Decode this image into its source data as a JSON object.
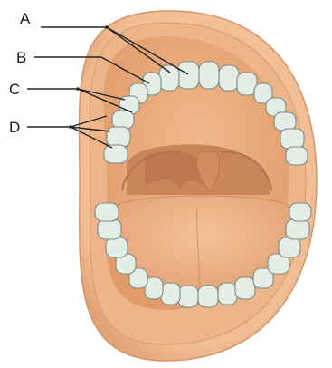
{
  "labels": {
    "a": "A",
    "b": "B",
    "c": "C",
    "d": "D"
  },
  "colors": {
    "lip": "#f3c19a",
    "lip_edge": "#d59566",
    "palate": "#eaa877",
    "throat": "#c67f52",
    "tongue": "#efb68a",
    "tooth": "#e5eee6",
    "tooth_edge": "#7b8a80",
    "leader_line": "#222222"
  },
  "icons": [
    "mouth-diagram"
  ]
}
